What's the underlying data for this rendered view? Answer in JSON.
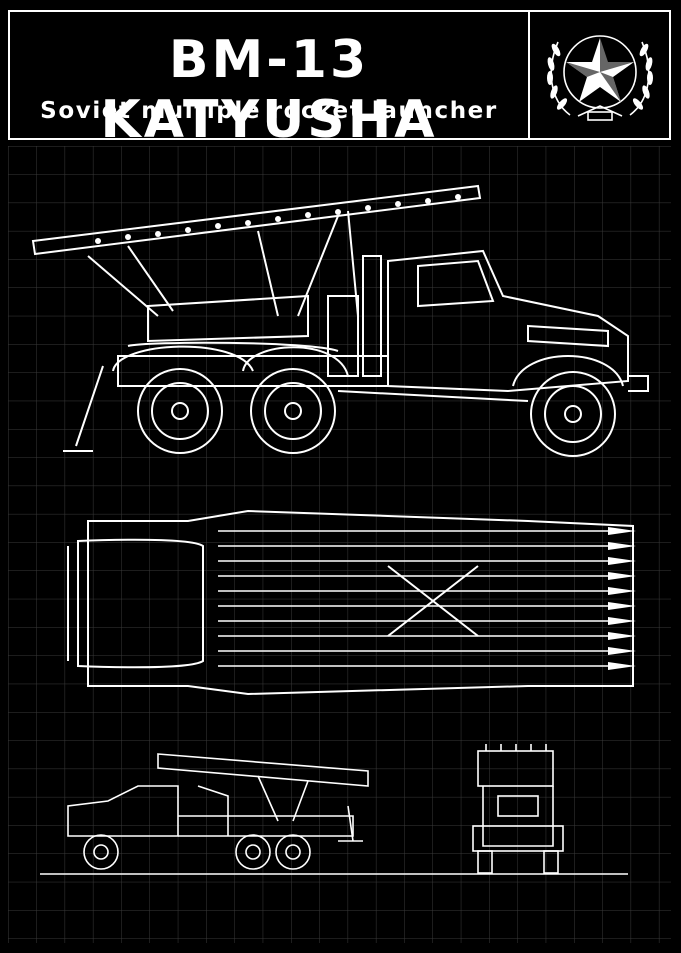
{
  "header": {
    "title": "BM-13 KATYUSHA",
    "subtitle": "Soviet multiple rocket launcher"
  },
  "emblem": {
    "icon": "red-star-wreath-icon"
  },
  "colors": {
    "background": "#000000",
    "line": "#ffffff",
    "grid": "#3a3a3a"
  },
  "views": [
    "side-view",
    "top-view",
    "small-side-view",
    "front-view"
  ]
}
